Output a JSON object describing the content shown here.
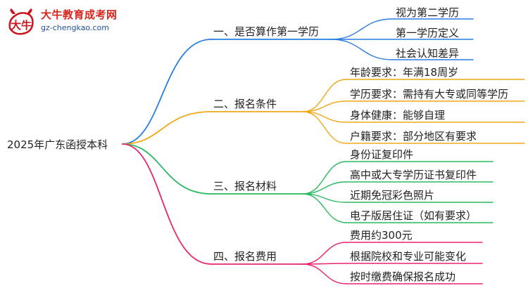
{
  "logo": {
    "title": "大牛教育成考网",
    "url": "gz-chengkao.com"
  },
  "mindmap": {
    "root": "2025年广东函授本科",
    "branches": [
      {
        "label": "一、是否算作第一学历",
        "color": "#2a7de1",
        "children": [
          "视为第二学历",
          "第一学历定义",
          "社会认知差异"
        ]
      },
      {
        "label": "二、报名条件",
        "color": "#f0a818",
        "children": [
          "年龄要求：年满18周岁",
          "学历要求：需持有大专或同等学历",
          "身体健康：能够自理",
          "户籍要求：部分地区有要求"
        ]
      },
      {
        "label": "三、报名材料",
        "color": "#29b85f",
        "children": [
          "身份证复印件",
          "高中或大专学历证书复印件",
          "近期免冠彩色照片",
          "电子版居住证（如有要求）"
        ]
      },
      {
        "label": "四、报名费用",
        "color": "#e8246f",
        "children": [
          "费用约300元",
          "根据院校和专业可能变化",
          "按时缴费确保报名成功"
        ]
      }
    ]
  }
}
